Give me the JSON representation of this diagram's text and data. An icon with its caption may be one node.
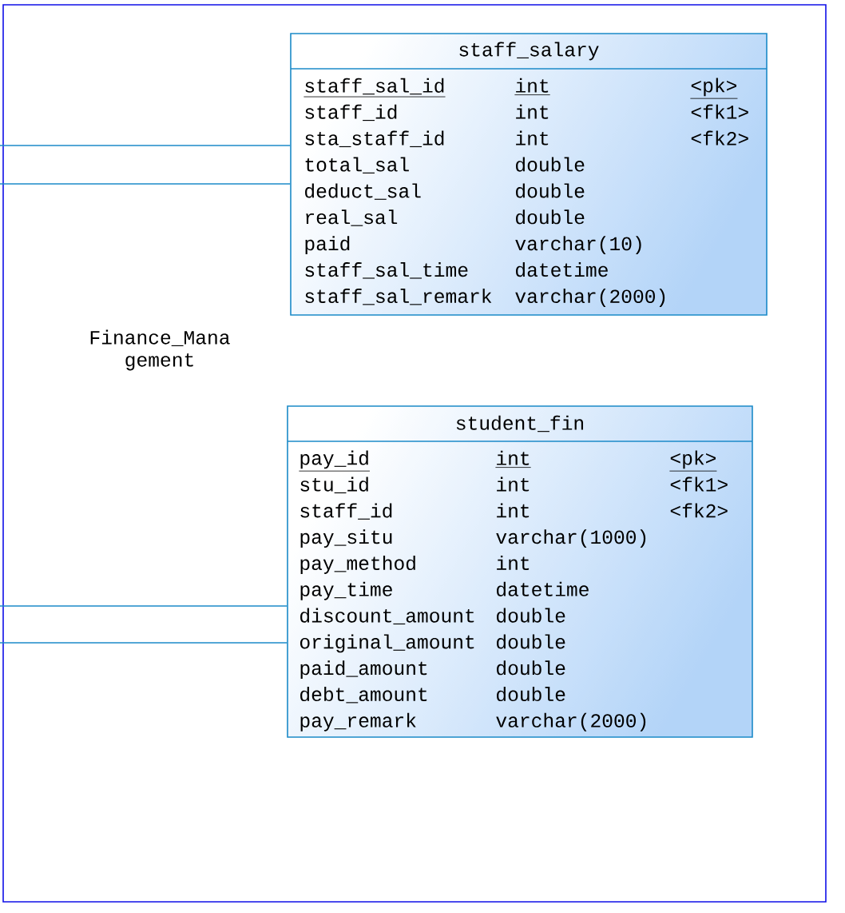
{
  "diagram": {
    "nodes": [
      {
        "text": [
          "Finance_Mana gement"
        ]
      },
      {
        "text": [
          "staff_salary",
          "staff_sal_id",
          "int",
          "<pk>",
          "staff_id",
          "int",
          "<fk1>",
          "sta_staff_id",
          "int",
          "<fk2>",
          "total_sal",
          "double",
          "deduct_sal",
          "double",
          "real_sal",
          "double",
          "paid",
          "varchar(10)",
          "staff_sal_time",
          "datetime",
          "staff_sal_remark",
          "varchar(2000)"
        ],
        "in": 0
      },
      {
        "text": [
          "student_fin",
          "pay_id",
          "int",
          "<pk>",
          "stu_id",
          "int",
          "<fk1>",
          "staff_id",
          "int",
          "<fk2>",
          "pay_situ",
          "varchar(1000)",
          "pay_method",
          "int",
          "pay_time",
          "datetime",
          "discount_amount",
          "double",
          "original_amount",
          "double",
          "paid_amount",
          "double",
          "debt_amount",
          "double",
          "pay_remark",
          "varchar(2000)"
        ],
        "in": 0
      }
    ],
    "edges": [
      {
        "from": null,
        "to": 1,
        "arrow": "none"
      },
      {
        "from": null,
        "to": 1,
        "arrow": "none"
      },
      {
        "from": null,
        "to": 2,
        "arrow": "none"
      },
      {
        "from": null,
        "to": 2,
        "arrow": "none"
      }
    ]
  }
}
